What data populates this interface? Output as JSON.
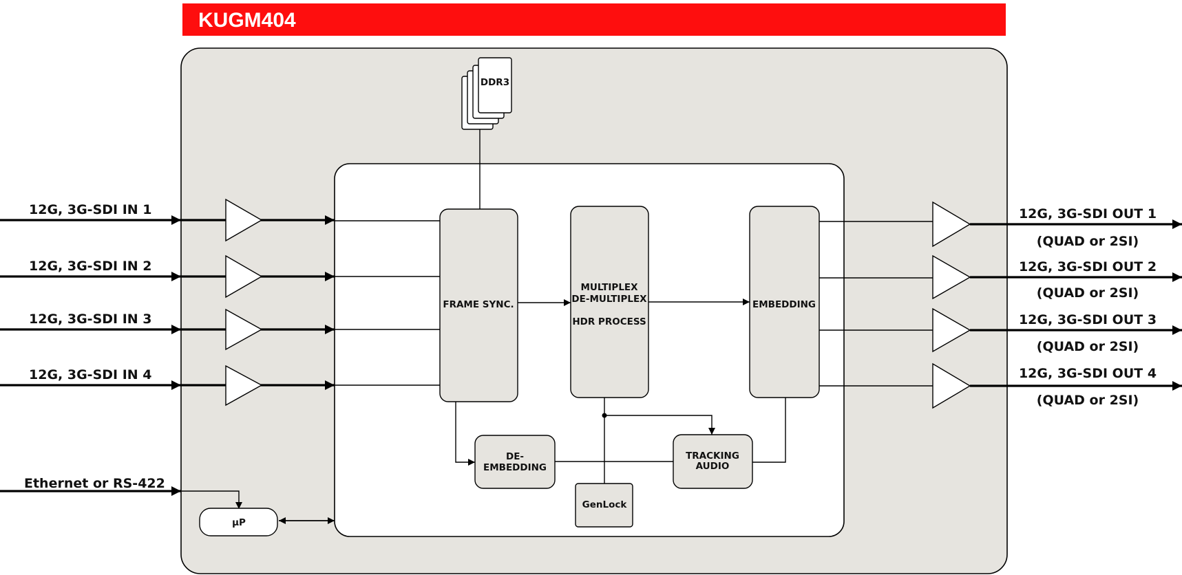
{
  "title": "KUGM404",
  "colors": {
    "title_bar": "#fe0e0e",
    "board_fill": "#e6e4df",
    "block_fill": "#e6e4df",
    "inner_fill": "#ffffff",
    "stroke": "#000000"
  },
  "memory": {
    "label": "DDR3"
  },
  "blocks": {
    "frame_sync": "FRAME SYNC.",
    "mux_line1": "MULTIPLEX",
    "mux_line2": "DE-MULTIPLEX",
    "mux_line3": "HDR PROCESS",
    "embedding": "EMBEDDING",
    "deembed_line1": "DE-",
    "deembed_line2": "EMBEDDING",
    "tracking_line1": "TRACKING",
    "tracking_line2": "AUDIO",
    "genlock": "GenLock",
    "up": "μP"
  },
  "inputs": [
    {
      "label": "12G, 3G-SDI IN 1"
    },
    {
      "label": "12G, 3G-SDI IN 2"
    },
    {
      "label": "12G, 3G-SDI IN 3"
    },
    {
      "label": "12G, 3G-SDI IN 4"
    }
  ],
  "outputs": [
    {
      "label": "12G, 3G-SDI OUT 1",
      "sublabel": "(QUAD or 2SI)"
    },
    {
      "label": "12G, 3G-SDI OUT 2",
      "sublabel": "(QUAD or 2SI)"
    },
    {
      "label": "12G, 3G-SDI OUT 3",
      "sublabel": "(QUAD or 2SI)"
    },
    {
      "label": "12G, 3G-SDI OUT 4",
      "sublabel": "(QUAD or 2SI)"
    }
  ],
  "control": {
    "label": "Ethernet or RS-422"
  }
}
